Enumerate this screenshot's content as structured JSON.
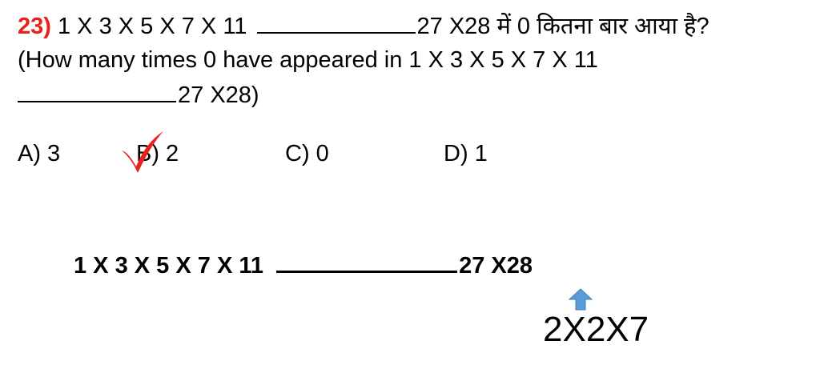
{
  "question": {
    "number": "23)",
    "line1_expr": "1 X 3 X 5 X 7 X 11",
    "line1_end": "27 X28",
    "line1_hindi": "में 0 कितना बार आया है?",
    "line2": "(How many times 0 have appeared in 1 X 3 X 5 X 7 X 11",
    "line3_end": "27 X28)"
  },
  "options": [
    {
      "label": "A) 3"
    },
    {
      "label": "B) 2"
    },
    {
      "label": "C) 0"
    },
    {
      "label": "D) 1"
    }
  ],
  "correct_option": "B",
  "working": {
    "expr_start": "1 X 3 X 5 X 7 X 11",
    "expr_end": "27 X28",
    "factorization": "2X2X7"
  },
  "colors": {
    "question_number": "#e8211b",
    "tick": "#e8211b",
    "arrow": "#5b9bd5"
  },
  "icons": [
    "check-mark-icon",
    "up-arrow-icon"
  ]
}
